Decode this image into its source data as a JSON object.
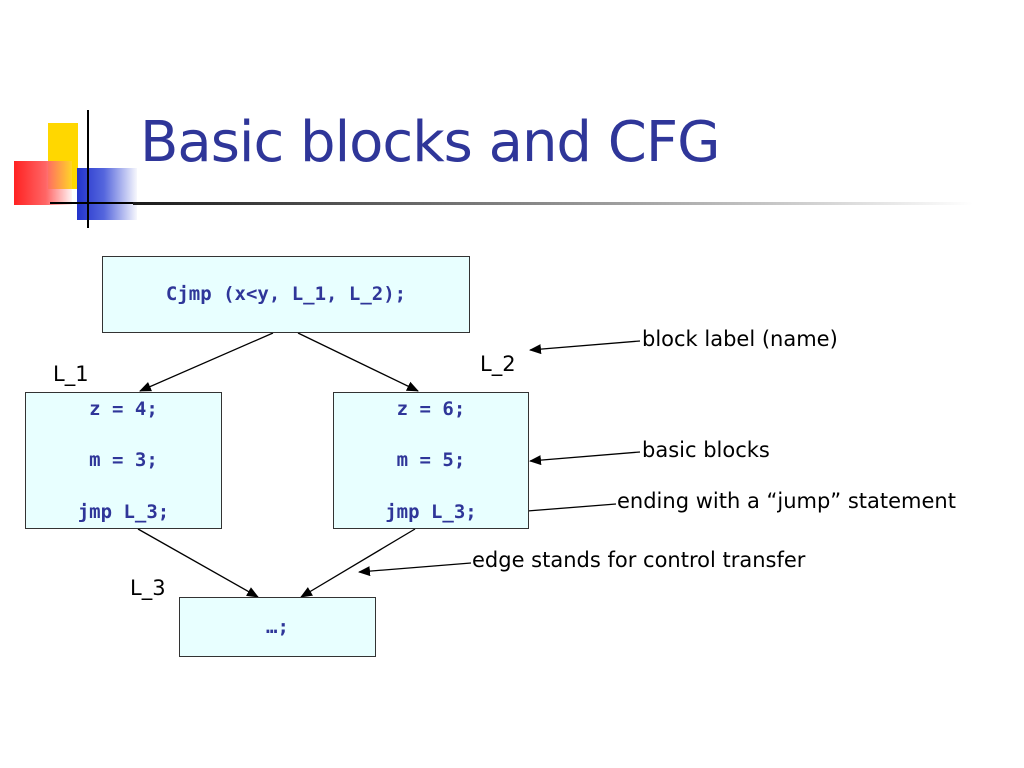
{
  "title": "Basic blocks and CFG",
  "blocks": {
    "entry": {
      "lines": [
        "Cjmp (x<y, L_1, L_2);"
      ]
    },
    "l1": {
      "label": "L_1",
      "lines": [
        "z = 4;",
        "m = 3;",
        "jmp L_3;"
      ]
    },
    "l2": {
      "label": "L_2",
      "lines": [
        "z = 6;",
        "m = 5;",
        "jmp L_3;"
      ]
    },
    "l3": {
      "label": "L_3",
      "lines": [
        "…;"
      ]
    }
  },
  "annotations": {
    "block_label": "block label (name)",
    "basic_blocks": "basic blocks",
    "ending": "ending with a “jump” statement",
    "edge": "edge stands for control transfer"
  },
  "colors": {
    "title": "#2f3699",
    "code": "#2f3699",
    "block_fill": "#e8ffff"
  }
}
